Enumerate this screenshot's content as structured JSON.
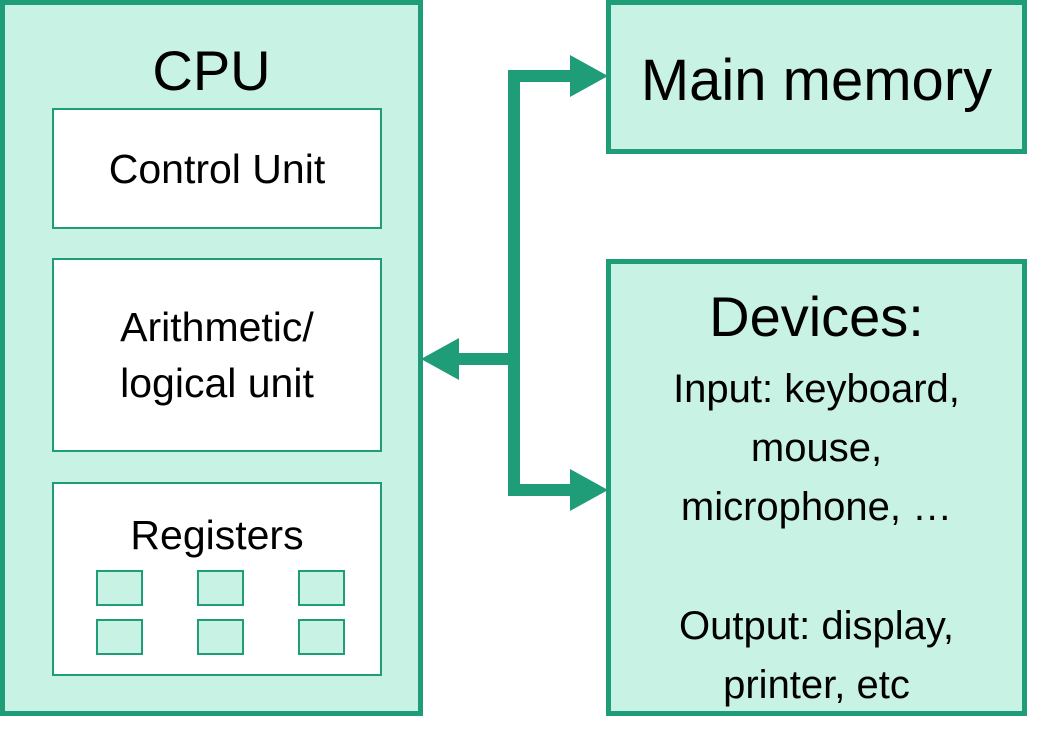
{
  "cpu": {
    "title": "CPU",
    "control_unit": "Control Unit",
    "alu_line1": "Arithmetic/",
    "alu_line2": "logical unit",
    "registers_label": "Registers"
  },
  "memory": {
    "title": "Main memory"
  },
  "devices": {
    "title": "Devices:",
    "input": "Input: keyboard,\nmouse,\nmicrophone, …",
    "output": "Output: display,\nprinter, etc"
  },
  "colors": {
    "fill": "#c8f2e3",
    "stroke": "#1f9c78"
  }
}
